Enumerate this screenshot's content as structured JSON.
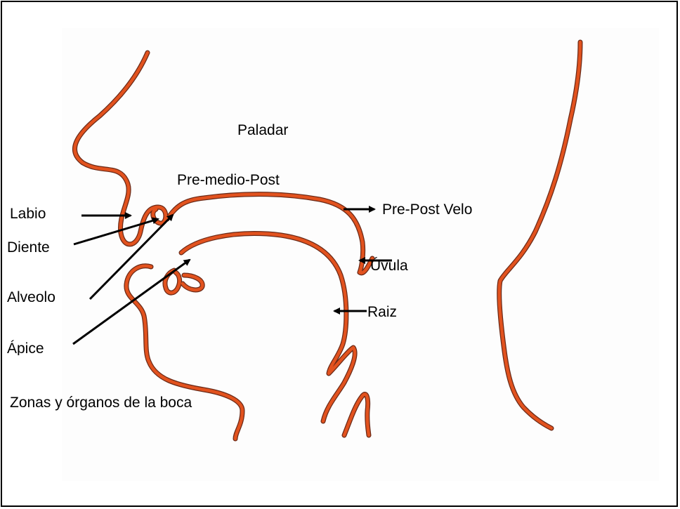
{
  "labels": {
    "paladar": "Paladar",
    "pre_medio_post": "Pre-medio-Post",
    "labio": "Labio",
    "diente": "Diente",
    "alveolo": "Alveolo",
    "apice": "Ápice",
    "pre_post_velo": "Pre-Post Velo",
    "uvula": "Úvula",
    "raiz": "Raiz"
  },
  "caption": "Zonas y órganos de la boca",
  "colors": {
    "line": "#e2521e",
    "line_edge": "#6a2a18",
    "arrow": "#000000",
    "text": "#000000",
    "border": "#000000"
  }
}
